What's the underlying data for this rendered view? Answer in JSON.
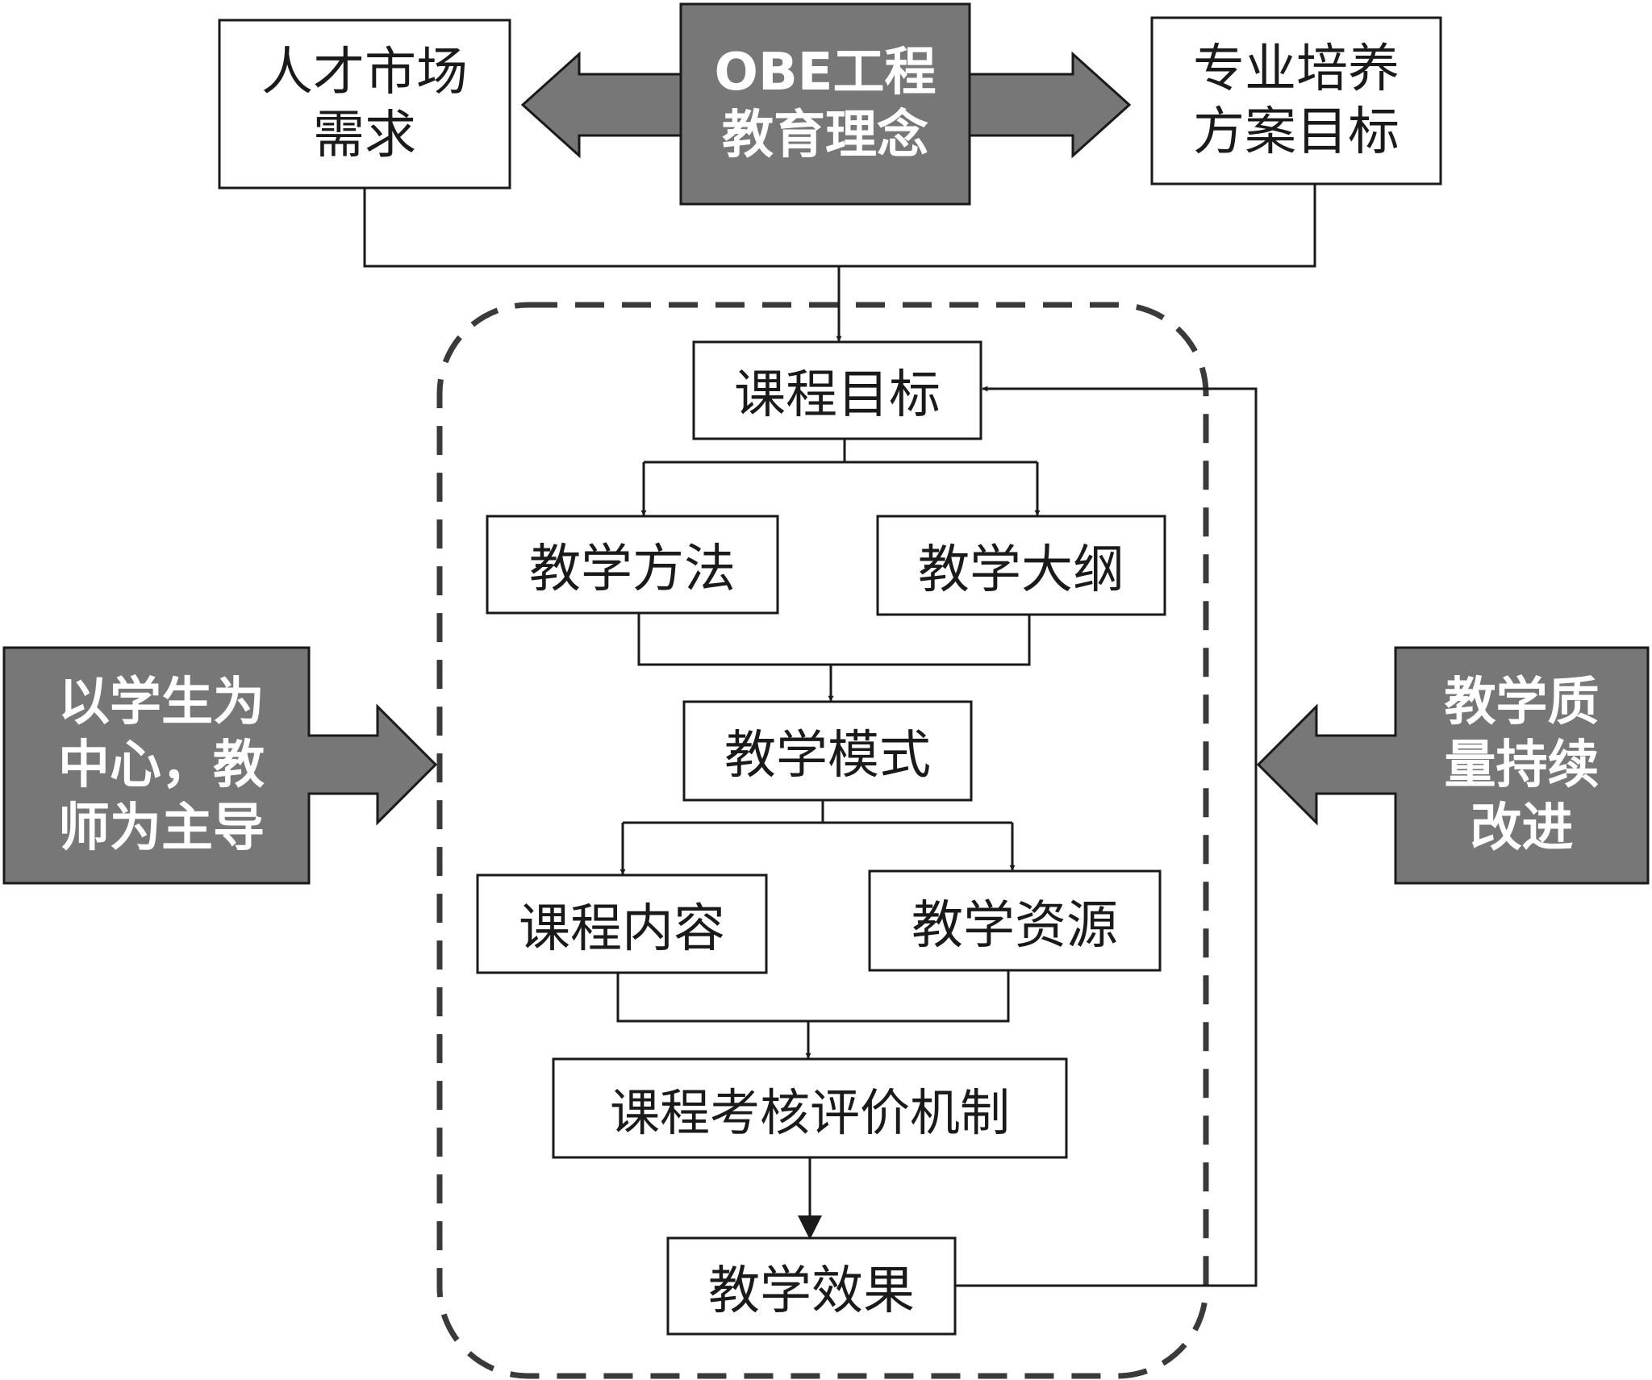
{
  "diagram": {
    "top": {
      "market_demand": "人才市场\n需求",
      "obe_concept": "OBE工程\n教育理念",
      "program_goals": "专业培养\n方案目标"
    },
    "side": {
      "student_centered": "以学生为\n中心，教\n师为主导",
      "quality_improvement": "教学质\n量持续\n改进"
    },
    "flow": {
      "course_objectives": "课程目标",
      "teaching_methods": "教学方法",
      "teaching_syllabus": "教学大纲",
      "teaching_mode": "教学模式",
      "course_content": "课程内容",
      "teaching_resources": "教学资源",
      "assessment_mechanism": "课程考核评价机制",
      "teaching_effect": "教学效果"
    },
    "colors": {
      "highlight_fill": "#777777",
      "box_border": "#1a1a1a",
      "dashed_border": "#3a3a3a"
    }
  }
}
